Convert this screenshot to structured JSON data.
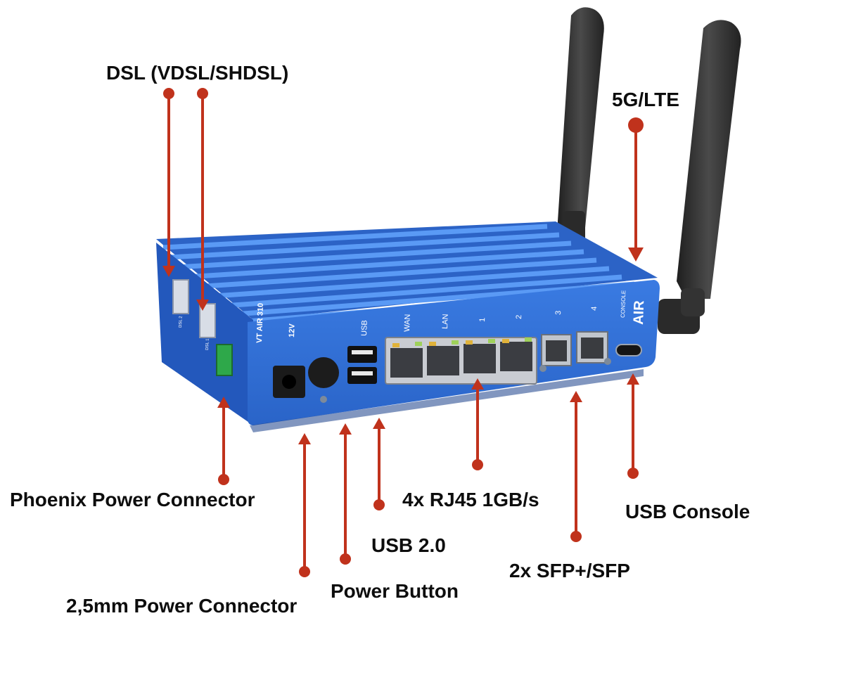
{
  "labels": {
    "dsl": "DSL (VDSL/SHDSL)",
    "lte": "5G/LTE",
    "phoenix": "Phoenix Power Connector",
    "rj45": "4x RJ45 1GB/s",
    "usb_console": "USB Console",
    "usb20": "USB 2.0",
    "sfp": "2x SFP+/SFP",
    "power_button": "Power Button",
    "power_connector": "2,5mm Power Connector"
  },
  "device": {
    "model": "VT AIR 310",
    "brand": "AIR",
    "voltage": "12V",
    "ports": {
      "usb": "USB",
      "wan": "WAN",
      "lan": "LAN",
      "port1": "1",
      "port2": "2",
      "port3": "3",
      "port4": "4",
      "console": "CONSOLE"
    },
    "side_ports": {
      "dsl2": "DSL 2",
      "dsl1": "DSL 1"
    }
  },
  "colors": {
    "device_body": "#2f6fd6",
    "heatsink_fin": "#3d7fe6",
    "callout": "#c0321c",
    "antenna": "#2e2e2e",
    "label_text": "#0d0d0d"
  }
}
